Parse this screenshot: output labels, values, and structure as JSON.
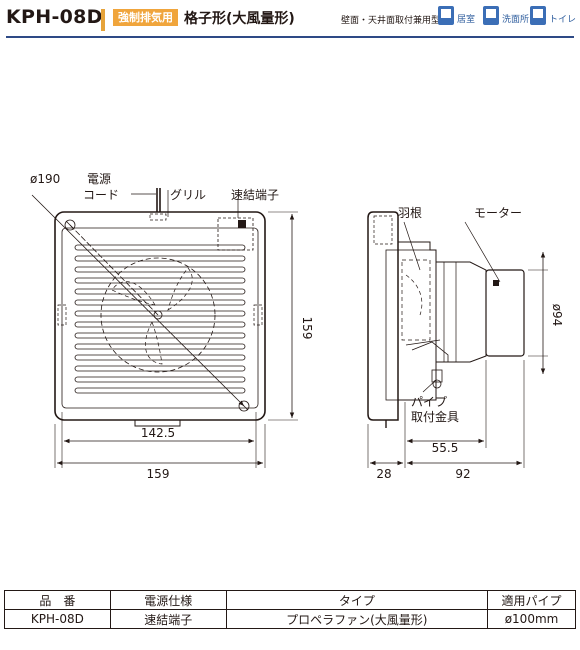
{
  "header": {
    "model": "KPH-08D",
    "badge": "強制排気用",
    "subtitle": "格子形(大風量形)",
    "mount": "壁面・天井面取付兼用型",
    "uses": [
      {
        "icon": "living-room-icon",
        "label": "居室"
      },
      {
        "icon": "washroom-icon",
        "label": "洗面所"
      },
      {
        "icon": "toilet-icon",
        "label": "トイレ"
      }
    ],
    "accent": "#f0a53c",
    "rule_color": "#2e4a86"
  },
  "front": {
    "dia_label": "ø190",
    "cord_label_1": "電源",
    "cord_label_2": "コード",
    "grille_label": "グリル",
    "terminal_label": "速結端子",
    "height_label": "159",
    "inner_width_label": "142.5",
    "width_label": "159"
  },
  "side": {
    "blade_label": "羽根",
    "motor_label": "モーター",
    "pipe_label_1": "パイプ",
    "pipe_label_2": "取付金具",
    "dia_label": "ø94",
    "d1_label": "55.5",
    "d2_label": "28",
    "d3_label": "92"
  },
  "table": {
    "headers": [
      "品　番",
      "電源仕様",
      "タイプ",
      "適用パイプ"
    ],
    "row": [
      "KPH-08D",
      "速結端子",
      "プロペラファン(大風量形)",
      "ø100mm"
    ]
  }
}
